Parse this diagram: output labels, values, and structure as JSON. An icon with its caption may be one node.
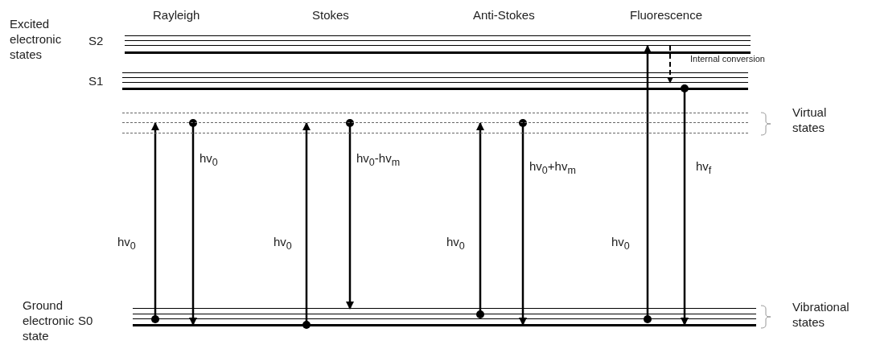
{
  "diagram": {
    "nodes": [
      {
        "text": [],
        "shape": "line"
      },
      {
        "text": [],
        "shape": "line"
      },
      {
        "text": [],
        "shape": "line"
      },
      {
        "text": [],
        "shape": "line"
      },
      {
        "text": [],
        "shape": "line"
      },
      {
        "text": [],
        "shape": "line"
      },
      {
        "text": [],
        "shape": "line"
      },
      {
        "text": [],
        "shape": "line"
      },
      {
        "text": [],
        "shape": "line"
      },
      {
        "text": [],
        "shape": "line"
      },
      {
        "text": [],
        "shape": "line"
      },
      {
        "text": [],
        "shape": "line"
      },
      {
        "text": [],
        "shape": "line"
      },
      {
        "text": [],
        "shape": "line"
      },
      {
        "text": [],
        "shape": "line"
      }
    ],
    "edges": [
      {
        "from": 13,
        "to": 9,
        "arrow": "to",
        "label": "hv$_{0}$"
      },
      {
        "from": 9,
        "to": 14,
        "arrow": "to",
        "label": "hv$_{0}$"
      },
      {
        "from": 14,
        "to": 9,
        "arrow": "to",
        "label": "hv$_{0}$"
      },
      {
        "from": 9,
        "to": 11,
        "arrow": "to",
        "label": "hv$_{0}$-hv$_{m}$"
      },
      {
        "from": 12,
        "to": 9,
        "arrow": "to",
        "label": "hv$_{0}$"
      },
      {
        "from": 9,
        "to": 14,
        "arrow": "to",
        "label": "hv$_{0}$+hv$_{m}$"
      },
      {
        "from": 13,
        "to": 2,
        "arrow": "to",
        "label": "hv$_{0}$"
      },
      {
        "from": 2,
        "to": 6,
        "arrow": "to",
        "label": "Internal conversion",
        "style": "dashed"
      },
      {
        "from": 7,
        "to": 14,
        "arrow": "to",
        "label": "hv$_{f}$"
      }
    ],
    "labels": [
      "Rayleigh",
      "Stokes",
      "Anti-Stokes",
      "Fluorescence",
      "Excited electronic states",
      "S2",
      "S1",
      "Virtual states",
      "Ground electronic state",
      "S0",
      "Vibrational states"
    ]
  }
}
